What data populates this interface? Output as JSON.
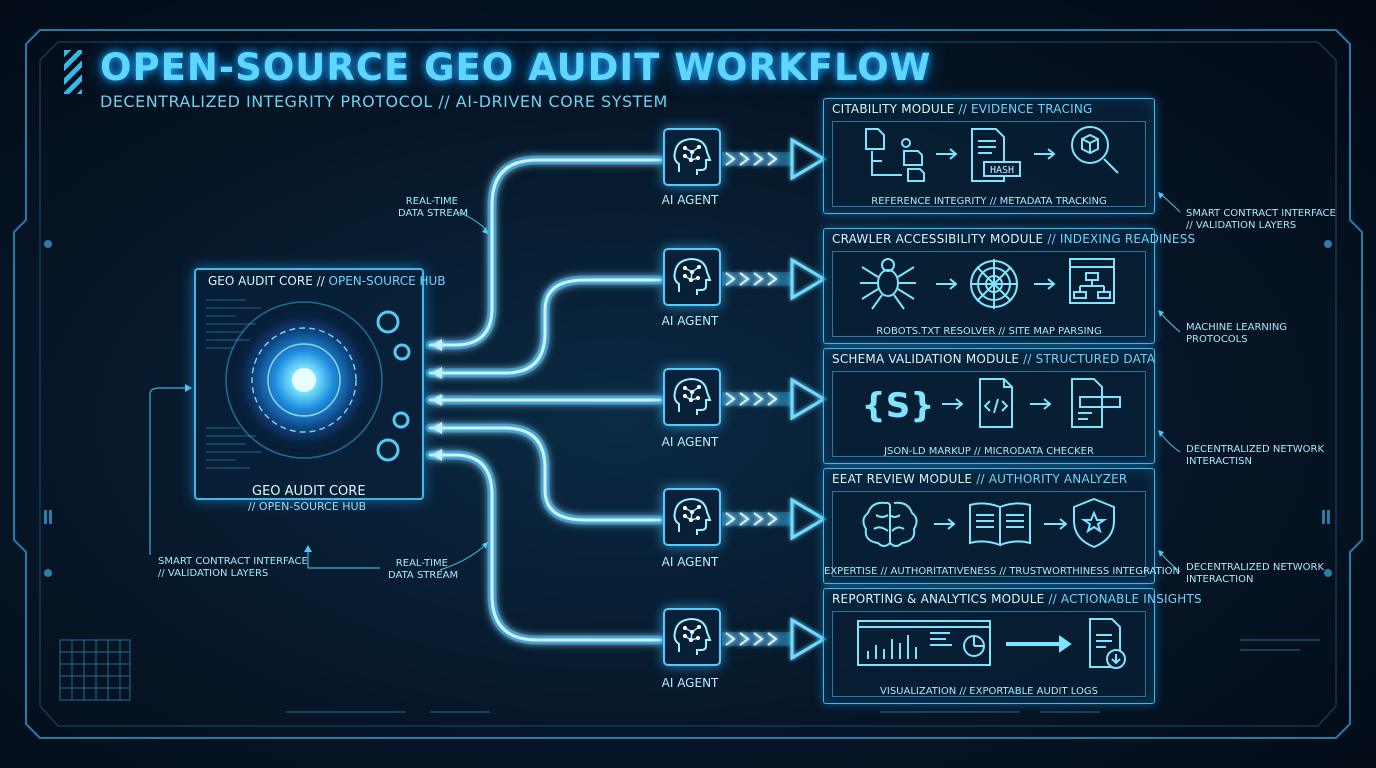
{
  "header": {
    "title": "OPEN-SOURCE GEO AUDIT WORKFLOW",
    "subtitle": "DECENTRALIZED INTEGRITY PROTOCOL // AI-DRIVEN CORE SYSTEM"
  },
  "core": {
    "header_main": "GEO AUDIT CORE",
    "header_sep": " // ",
    "header_sub": "OPEN-SOURCE HUB",
    "label_main": "GEO AUDIT CORE",
    "label_sub": "// OPEN-SOURCE HUB"
  },
  "agents": [
    "AI AGENT",
    "AI AGENT",
    "AI AGENT",
    "AI AGENT",
    "AI AGENT"
  ],
  "modules": [
    {
      "name": "CITABILITY MODULE",
      "sep": " // ",
      "sub": "EVIDENCE TRACING",
      "caption": "REFERENCE INTEGRITY // METADATA TRACKING",
      "icons": [
        "document-tree-icon",
        "hash-document-icon",
        "magnifier-cube-icon"
      ],
      "hash_text": "HASH"
    },
    {
      "name": "CRAWLER ACCESSIBILITY MODULE",
      "sep": " // ",
      "sub": "INDEXING READINESS",
      "caption": "ROBOTS.TXT RESOLVER // SITE MAP PARSING",
      "icons": [
        "spider-icon",
        "web-icon",
        "sitemap-window-icon"
      ]
    },
    {
      "name": "SCHEMA VALIDATION MODULE",
      "sep": " // ",
      "sub": "STRUCTURED DATA",
      "caption": "JSON-LD MARKUP // MICRODATA CHECKER",
      "icons": [
        "schema-brace-icon",
        "code-document-icon",
        "form-document-icon"
      ],
      "brace_text": "{S}"
    },
    {
      "name": "EEAT REVIEW MODULE",
      "sep": " // ",
      "sub": "AUTHORITY ANALYZER",
      "caption": "EXPERTISE // AUTHORITATIVENESS // TRUSTWORTHINESS INTEGRATION",
      "icons": [
        "brain-icon",
        "open-book-icon",
        "shield-star-icon"
      ]
    },
    {
      "name": "REPORTING & ANALYTICS MODULE",
      "sep": " // ",
      "sub": "ACTIONABLE INSIGHTS",
      "caption": "VISUALIZATION // EXPORTABLE AUDIT LOGS",
      "icons": [
        "dashboard-chart-icon",
        "download-document-icon"
      ]
    }
  ],
  "notes": {
    "realtime_top": "REAL-TIME\nDATA STREAM",
    "realtime_bottom": "REAL-TIME\nDATA STREAM",
    "smart_contract_left": "SMART CONTRACT INTERFACE\n// VALIDATION LAYERS",
    "smart_contract_right": "SMART CONTRACT INTERFACE\n// VALIDATION LAYERS",
    "machine_learning": "MACHINE LEARNING\nPROTOCOLS",
    "decentralized_1": "DECENTRALIZED NETWORK\nINTERACTISN",
    "decentralized_2": "DECENTRALIZED NETWORK\nINTERACTION"
  },
  "colors": {
    "background": "#05101c",
    "accent": "#3fc8ff",
    "glow": "#1fa8ff",
    "text": "#d6f6ff"
  }
}
